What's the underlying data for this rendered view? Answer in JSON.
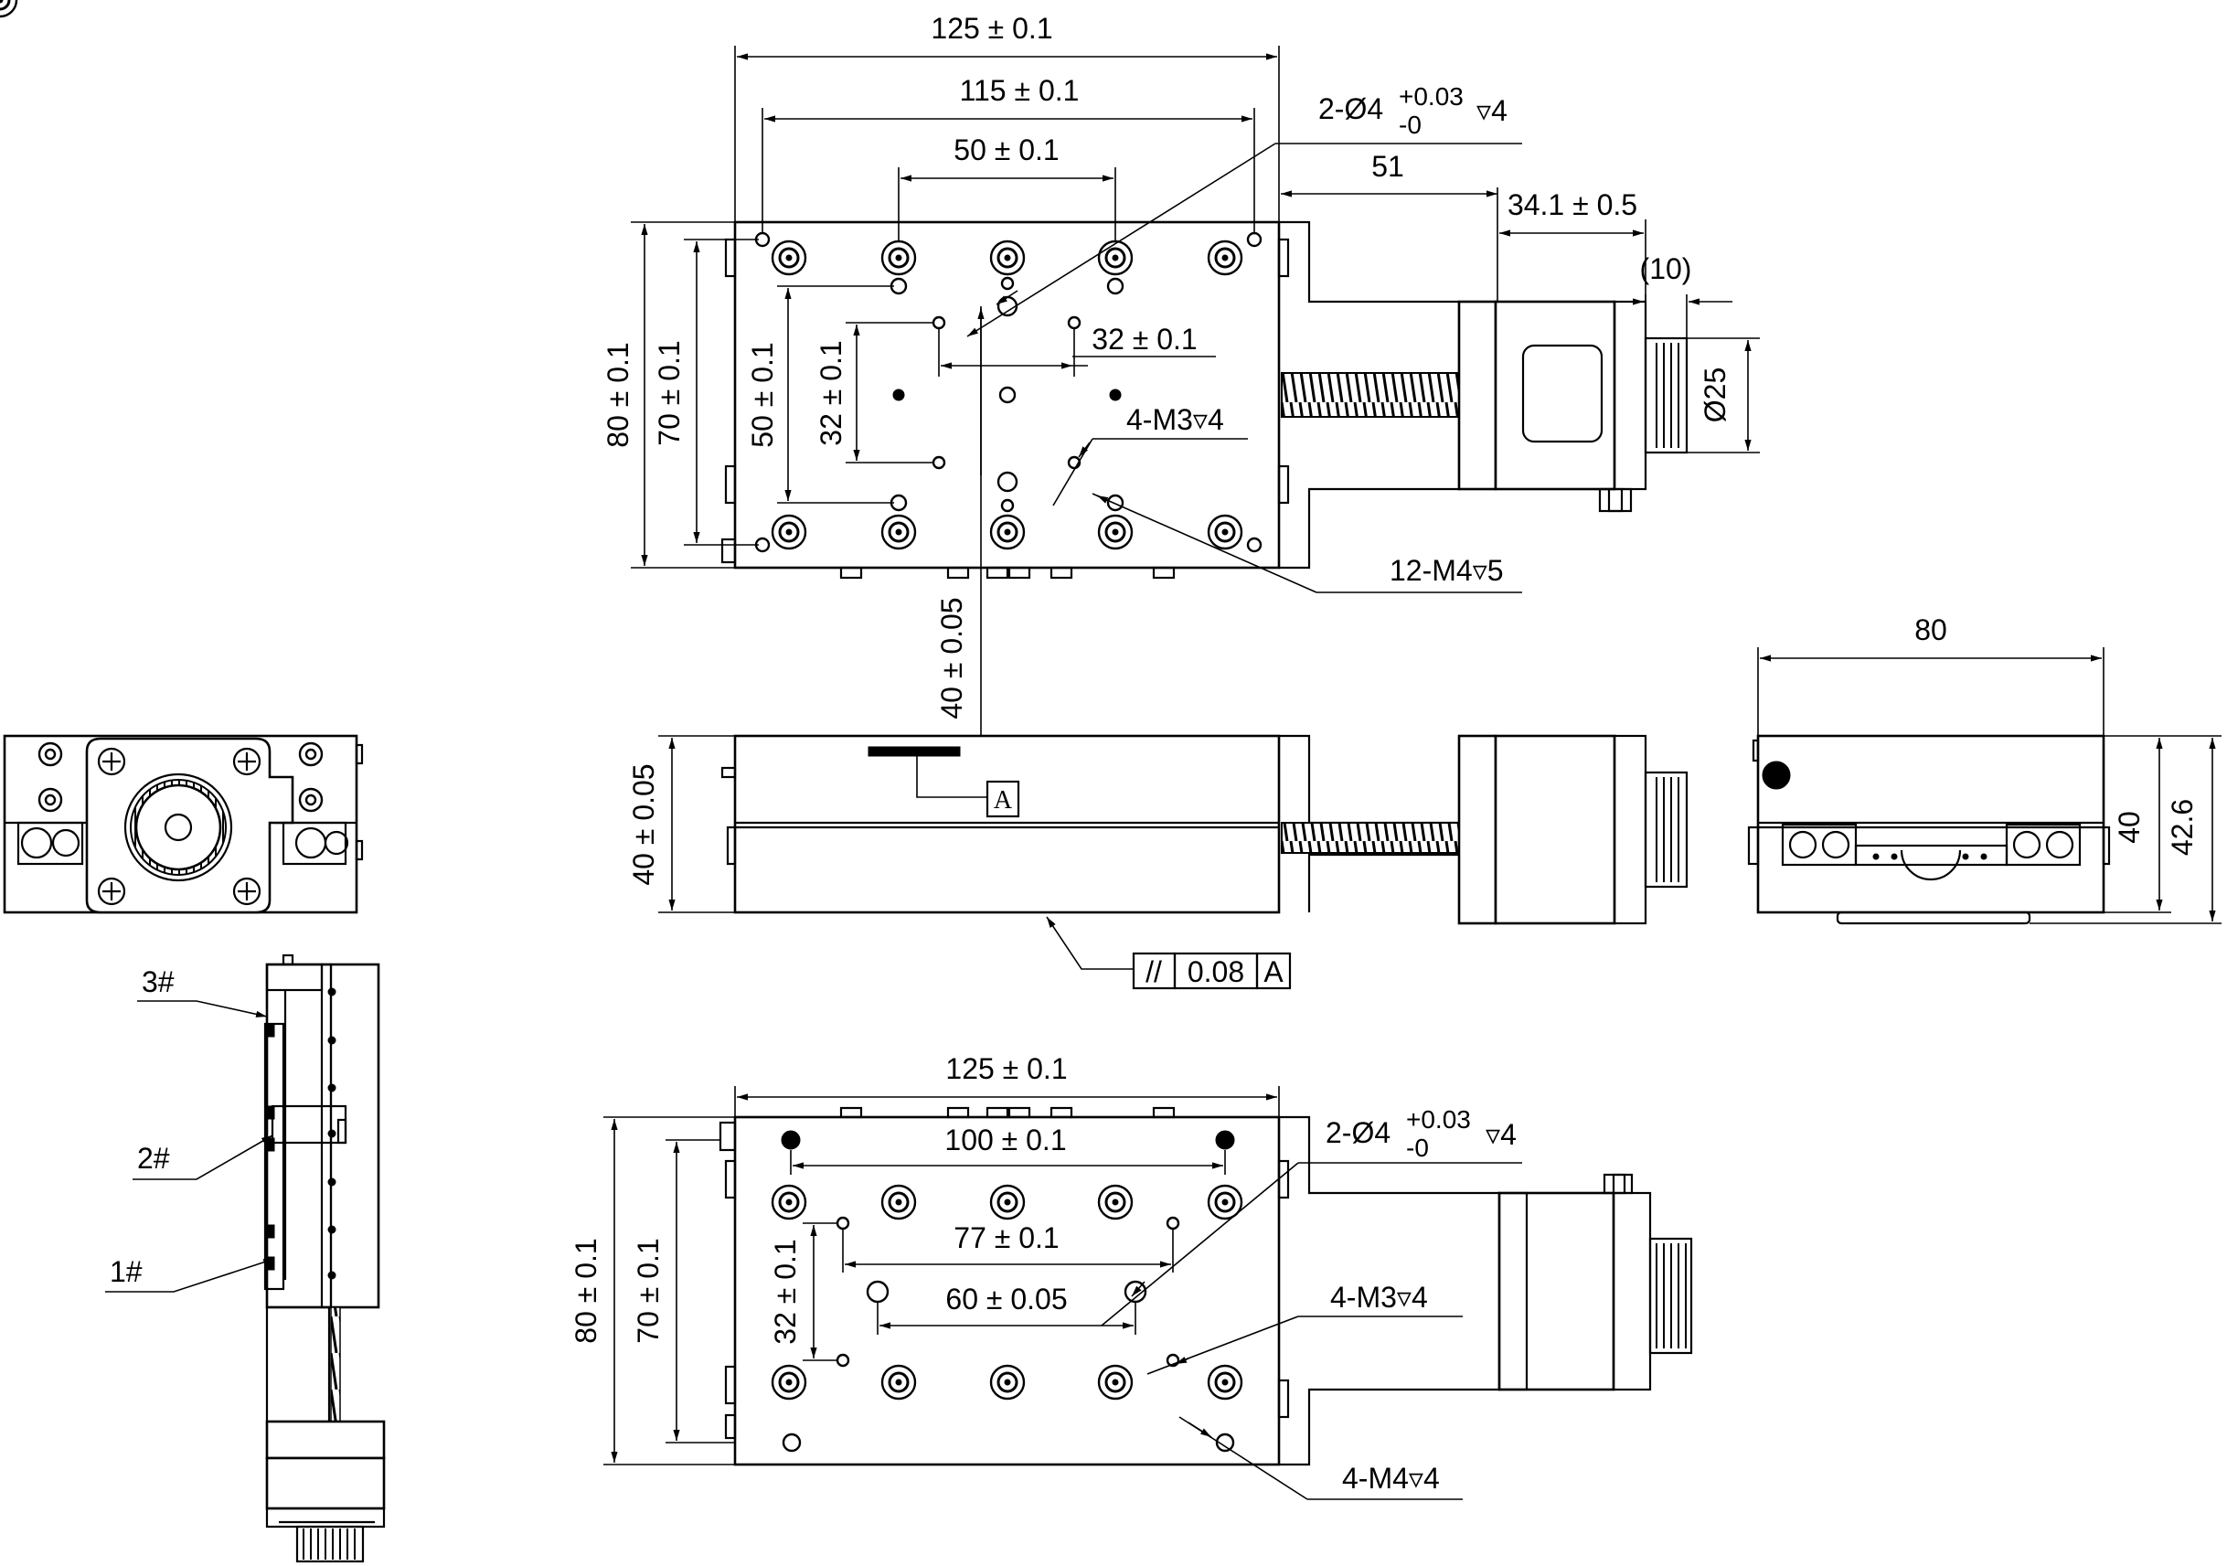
{
  "top_view": {
    "dim_width_outer": "125 ± 0.1",
    "dim_width_holes": "115 ± 0.1",
    "dim_hole_pitch": "50 ± 0.1",
    "dim_motor_offset": "51",
    "dim_motor_length": "34.1 ± 0.5",
    "dim_knob": "(10)",
    "dim_knob_dia": "Ø25",
    "dim_height_outer": "80 ± 0.1",
    "dim_height_holes": "70 ± 0.1",
    "dim_hole_pitch_v": "50 ± 0.1",
    "dim_small_pitch_v": "32 ± 0.1",
    "dim_small_pitch_h": "32 ± 0.1",
    "callout_pin_holes_main": "2-Ø4",
    "callout_pin_holes_tol_plus": "+0.03",
    "callout_pin_holes_tol_minus": "-0",
    "callout_pin_holes_depth": "▿4",
    "callout_m3": "4-M3▿4",
    "callout_m4": "12-M4▿5",
    "dim_center_height": "40 ± 0.05"
  },
  "front_view": {
    "dim_height": "40 ± 0.05",
    "datum_label": "A",
    "tolerance_symbol": "//",
    "tolerance_value": "0.08",
    "tolerance_datum": "A"
  },
  "side_view": {
    "dim_width": "80",
    "dim_height_body": "40",
    "dim_height_total": "42.6"
  },
  "bottom_view": {
    "dim_width_outer": "125 ± 0.1",
    "dim_hole_pitch": "100 ± 0.1",
    "dim_small_pitch": "77 ± 0.1",
    "dim_pin_pitch": "60 ± 0.05",
    "dim_height_outer": "80 ± 0.1",
    "dim_height_holes": "70 ± 0.1",
    "dim_small_pitch_v": "32 ± 0.1",
    "callout_pin_holes_main": "2-Ø4",
    "callout_pin_holes_tol_plus": "+0.03",
    "callout_pin_holes_tol_minus": "-0",
    "callout_pin_holes_depth": "▿4",
    "callout_m3": "4-M3▿4",
    "callout_m4": "4-M4▿4"
  },
  "end_view": {
    "label_3": "3#",
    "label_2": "2#",
    "label_1": "1#"
  }
}
